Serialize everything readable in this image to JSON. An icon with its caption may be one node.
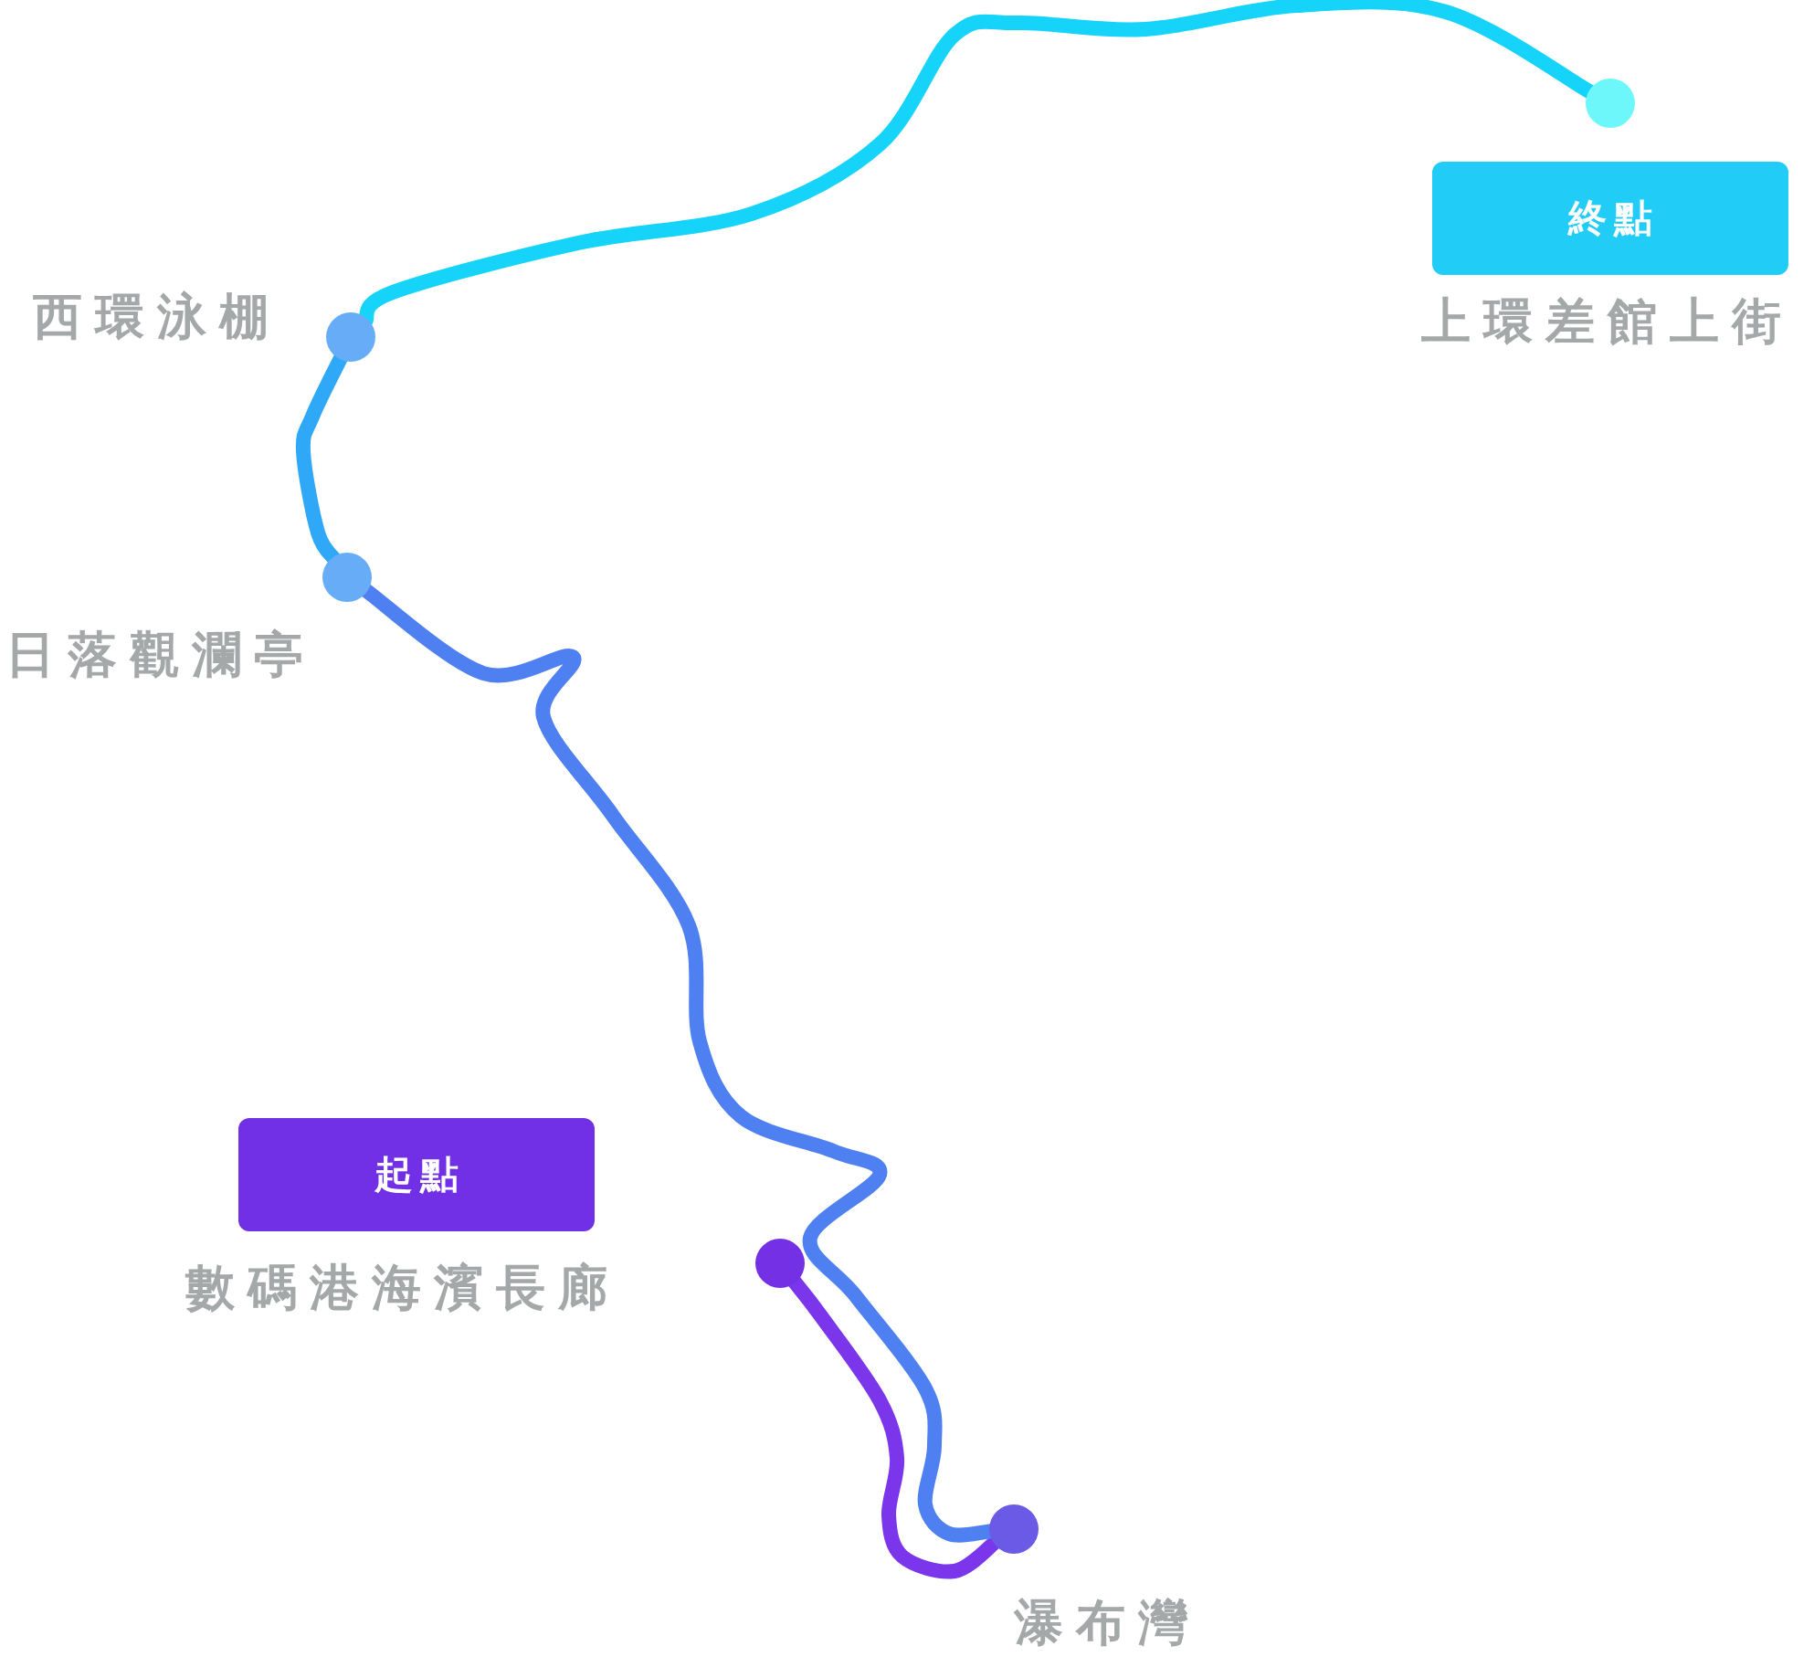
{
  "diagram": {
    "nodes": [
      {
        "text": [
          "起點"
        ],
        "beside": [
          "數碼港海濱長廊"
        ]
      },
      {
        "text": [],
        "shape": "circle"
      },
      {
        "text": [],
        "shape": "circle",
        "beside": [
          "瀑布灣"
        ]
      },
      {
        "text": [],
        "shape": "circle",
        "beside": [
          "日落觀瀾亭"
        ]
      },
      {
        "text": [],
        "shape": "circle",
        "beside": [
          "西環泳棚"
        ]
      },
      {
        "text": [],
        "shape": "circle"
      },
      {
        "text": [
          "終點"
        ],
        "beside": [
          "上環差館上街"
        ]
      }
    ],
    "edges": [
      {
        "from": 1,
        "to": 2,
        "arrow": "none",
        "color": "#7b35ea"
      },
      {
        "from": 2,
        "to": 3,
        "arrow": "none",
        "color": "#4f80f2"
      },
      {
        "from": 3,
        "to": 4,
        "arrow": "none",
        "color": "#2fa8f7"
      },
      {
        "from": 4,
        "to": 5,
        "arrow": "none",
        "color": "#16d4f9"
      }
    ]
  }
}
